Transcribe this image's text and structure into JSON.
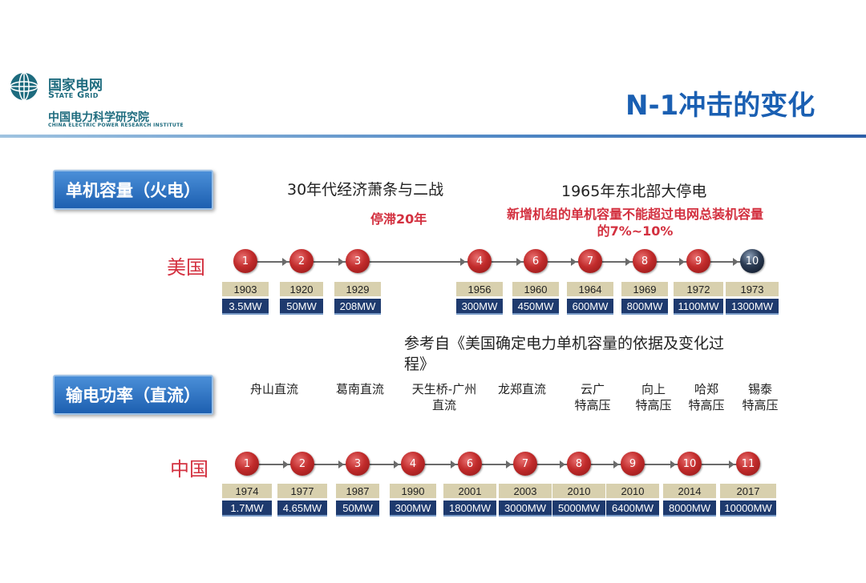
{
  "header": {
    "brand_cn": "国家电网",
    "brand_en": "State Grid",
    "institute_cn": "中国电力科学研究院",
    "institute_en": "CHINA ELECTRIC POWER RESEARCH INSTITUTE",
    "title": "N-1冲击的变化"
  },
  "usa_section": {
    "label": "单机容量（火电）",
    "note_left": "30年代经济萧条与二战",
    "stagnation": "停滞20年",
    "note_right": "1965年东北部大停电",
    "red_note_line1": "新增机组的单机容量不能超过电网总装机容量",
    "red_note_line2": "的7%~10%",
    "country": "美国",
    "reference_line1": "参考自《美国确定电力单机容量的依据及变化过",
    "reference_line2": "程》",
    "nodes": [
      {
        "n": "1",
        "year": "1903",
        "mw": "3.5MW"
      },
      {
        "n": "2",
        "year": "1920",
        "mw": "50MW"
      },
      {
        "n": "3",
        "year": "1929",
        "mw": "208MW"
      },
      {
        "n": "4",
        "year": "1956",
        "mw": "300MW"
      },
      {
        "n": "6",
        "year": "1960",
        "mw": "450MW"
      },
      {
        "n": "7",
        "year": "1964",
        "mw": "600MW"
      },
      {
        "n": "8",
        "year": "1969",
        "mw": "800MW"
      },
      {
        "n": "9",
        "year": "1972",
        "mw": "1100MW"
      },
      {
        "n": "10",
        "year": "1973",
        "mw": "1300MW"
      }
    ]
  },
  "china_section": {
    "label": "输电功率（直流）",
    "country": "中国",
    "projects": [
      {
        "line1": "舟山直流",
        "line2": ""
      },
      {
        "line1": "葛南直流",
        "line2": ""
      },
      {
        "line1": "天生桥-广州",
        "line2": "直流"
      },
      {
        "line1": "龙郑直流",
        "line2": ""
      },
      {
        "line1": "云广",
        "line2": "特高压"
      },
      {
        "line1": "向上",
        "line2": "特高压"
      },
      {
        "line1": "哈郑",
        "line2": "特高压"
      },
      {
        "line1": "锡泰",
        "line2": "特高压"
      }
    ],
    "nodes": [
      {
        "n": "1",
        "year": "1974",
        "mw": "1.7MW"
      },
      {
        "n": "2",
        "year": "1977",
        "mw": "4.65MW"
      },
      {
        "n": "3",
        "year": "1987",
        "mw": "50MW"
      },
      {
        "n": "4",
        "year": "1990",
        "mw": "300MW"
      },
      {
        "n": "6",
        "year": "2001",
        "mw": "1800MW"
      },
      {
        "n": "7",
        "year": "2003",
        "mw": "3000MW"
      },
      {
        "n": "8",
        "year": "2010",
        "mw": "5000MW"
      },
      {
        "n": "9",
        "year": "2010",
        "mw": "6400MW"
      },
      {
        "n": "10",
        "year": "2014",
        "mw": "8000MW"
      },
      {
        "n": "11",
        "year": "2017",
        "mw": "10000MW"
      }
    ]
  }
}
